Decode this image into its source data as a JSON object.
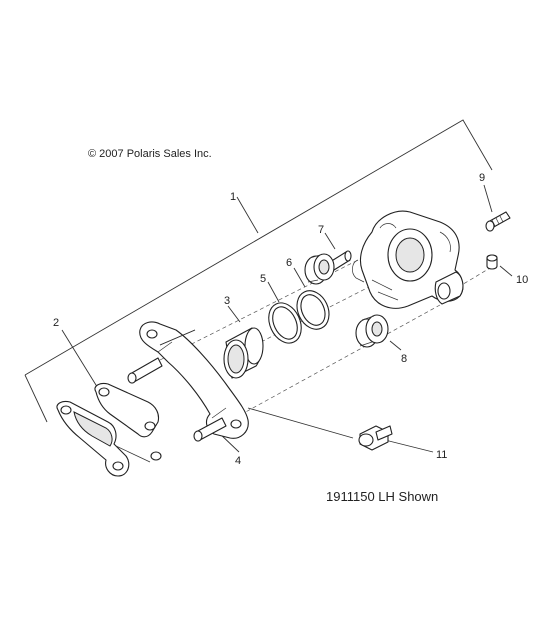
{
  "copyright": "© 2007 Polaris Sales Inc.",
  "part_number_note": "1911150 LH Shown",
  "callouts": {
    "c1": "1",
    "c2": "2",
    "c3": "3",
    "c4": "4",
    "c5": "5",
    "c6": "6",
    "c7": "7",
    "c8": "8",
    "c9": "9",
    "c10": "10",
    "c11": "11"
  },
  "icons": {
    "caliper_body": "caliper-body-icon",
    "bracket": "mounting-bracket-icon",
    "pads": "brake-pad-icon",
    "piston": "piston-icon",
    "seal": "seal-ring-icon",
    "bleeder": "bleeder-screw-icon",
    "boot": "boot-icon",
    "cap": "cap-icon",
    "bolt": "bolt-icon"
  }
}
